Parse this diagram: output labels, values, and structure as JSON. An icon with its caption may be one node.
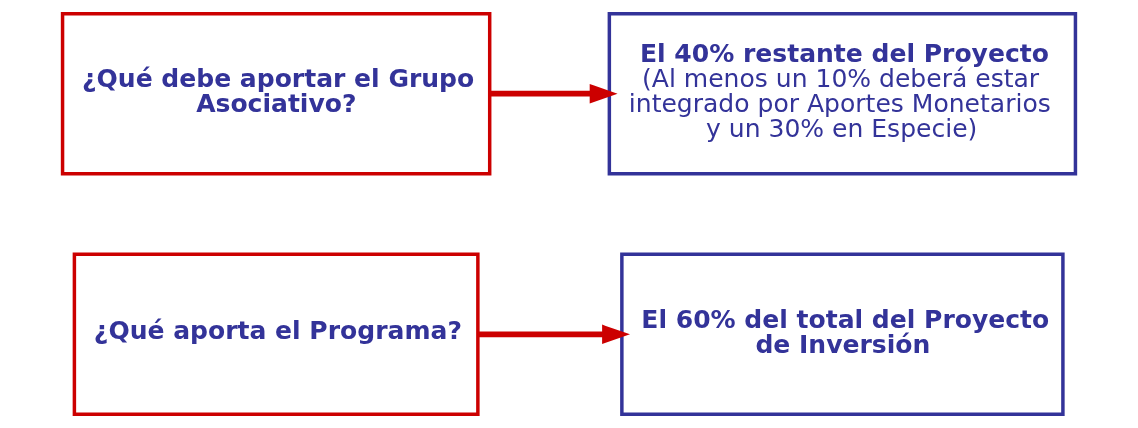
{
  "diagram": {
    "nodes": [
      {
        "text": [
          "¿Qué aporta el Programa?"
        ]
      },
      {
        "text": [
          "El 60% del total del Proyecto de Inversión"
        ]
      },
      {
        "text": [
          "¿Qué debe aportar el Grupo Asociativo?"
        ]
      },
      {
        "text": [
          "El 40% restante del Proyecto",
          "(Al menos un 10% deberá estar integrado por Aportes Monetarios y un 30% en Especie)"
        ]
      }
    ],
    "edges": [
      {
        "from": 0,
        "to": 1,
        "arrow": "to"
      },
      {
        "from": 2,
        "to": 3,
        "arrow": "to"
      }
    ]
  }
}
